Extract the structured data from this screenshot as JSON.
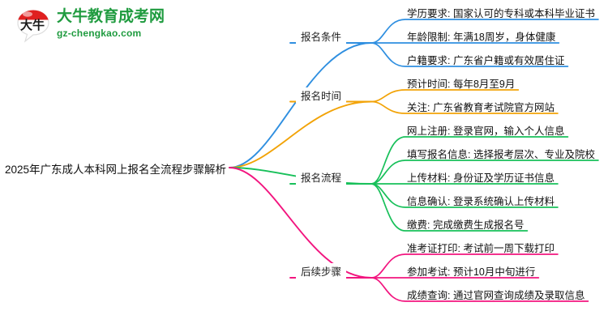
{
  "logo": {
    "brand_name": "大牛教育成考网",
    "url": "gz-chengkao.com",
    "mark_text": "大牛",
    "brand_color": "#1f9b3f",
    "mark_top_color": "#e02020"
  },
  "mindmap": {
    "root": {
      "label": "2025年广东成人本科网上报名全流程步骤解析"
    },
    "branches": [
      {
        "label": "报名条件",
        "color": "#2f8fe0",
        "children": [
          "学历要求: 国家认可的专科或本科毕业证书",
          "年龄限制: 年满18周岁，身体健康",
          "户籍要求: 广东省户籍或有效居住证"
        ]
      },
      {
        "label": "报名时间",
        "color": "#f2a307",
        "children": [
          "预计时间: 每年8月至9月",
          "关注: 广东省教育考试院官方网站"
        ]
      },
      {
        "label": "报名流程",
        "color": "#18c05a",
        "children": [
          "网上注册: 登录官网，输入个人信息",
          "填写报名信息: 选择报考层次、专业及院校",
          "上传材料: 身份证及学历证书信息",
          "信息确认: 登录系统确认上传材料",
          "缴费: 完成缴费生成报名号"
        ]
      },
      {
        "label": "后续步骤",
        "color": "#f2157f",
        "children": [
          "准考证打印: 考试前一周下载打印",
          "参加考试: 预计10月中旬进行",
          "成绩查询: 通过官网查询成绩及录取信息"
        ]
      }
    ]
  }
}
